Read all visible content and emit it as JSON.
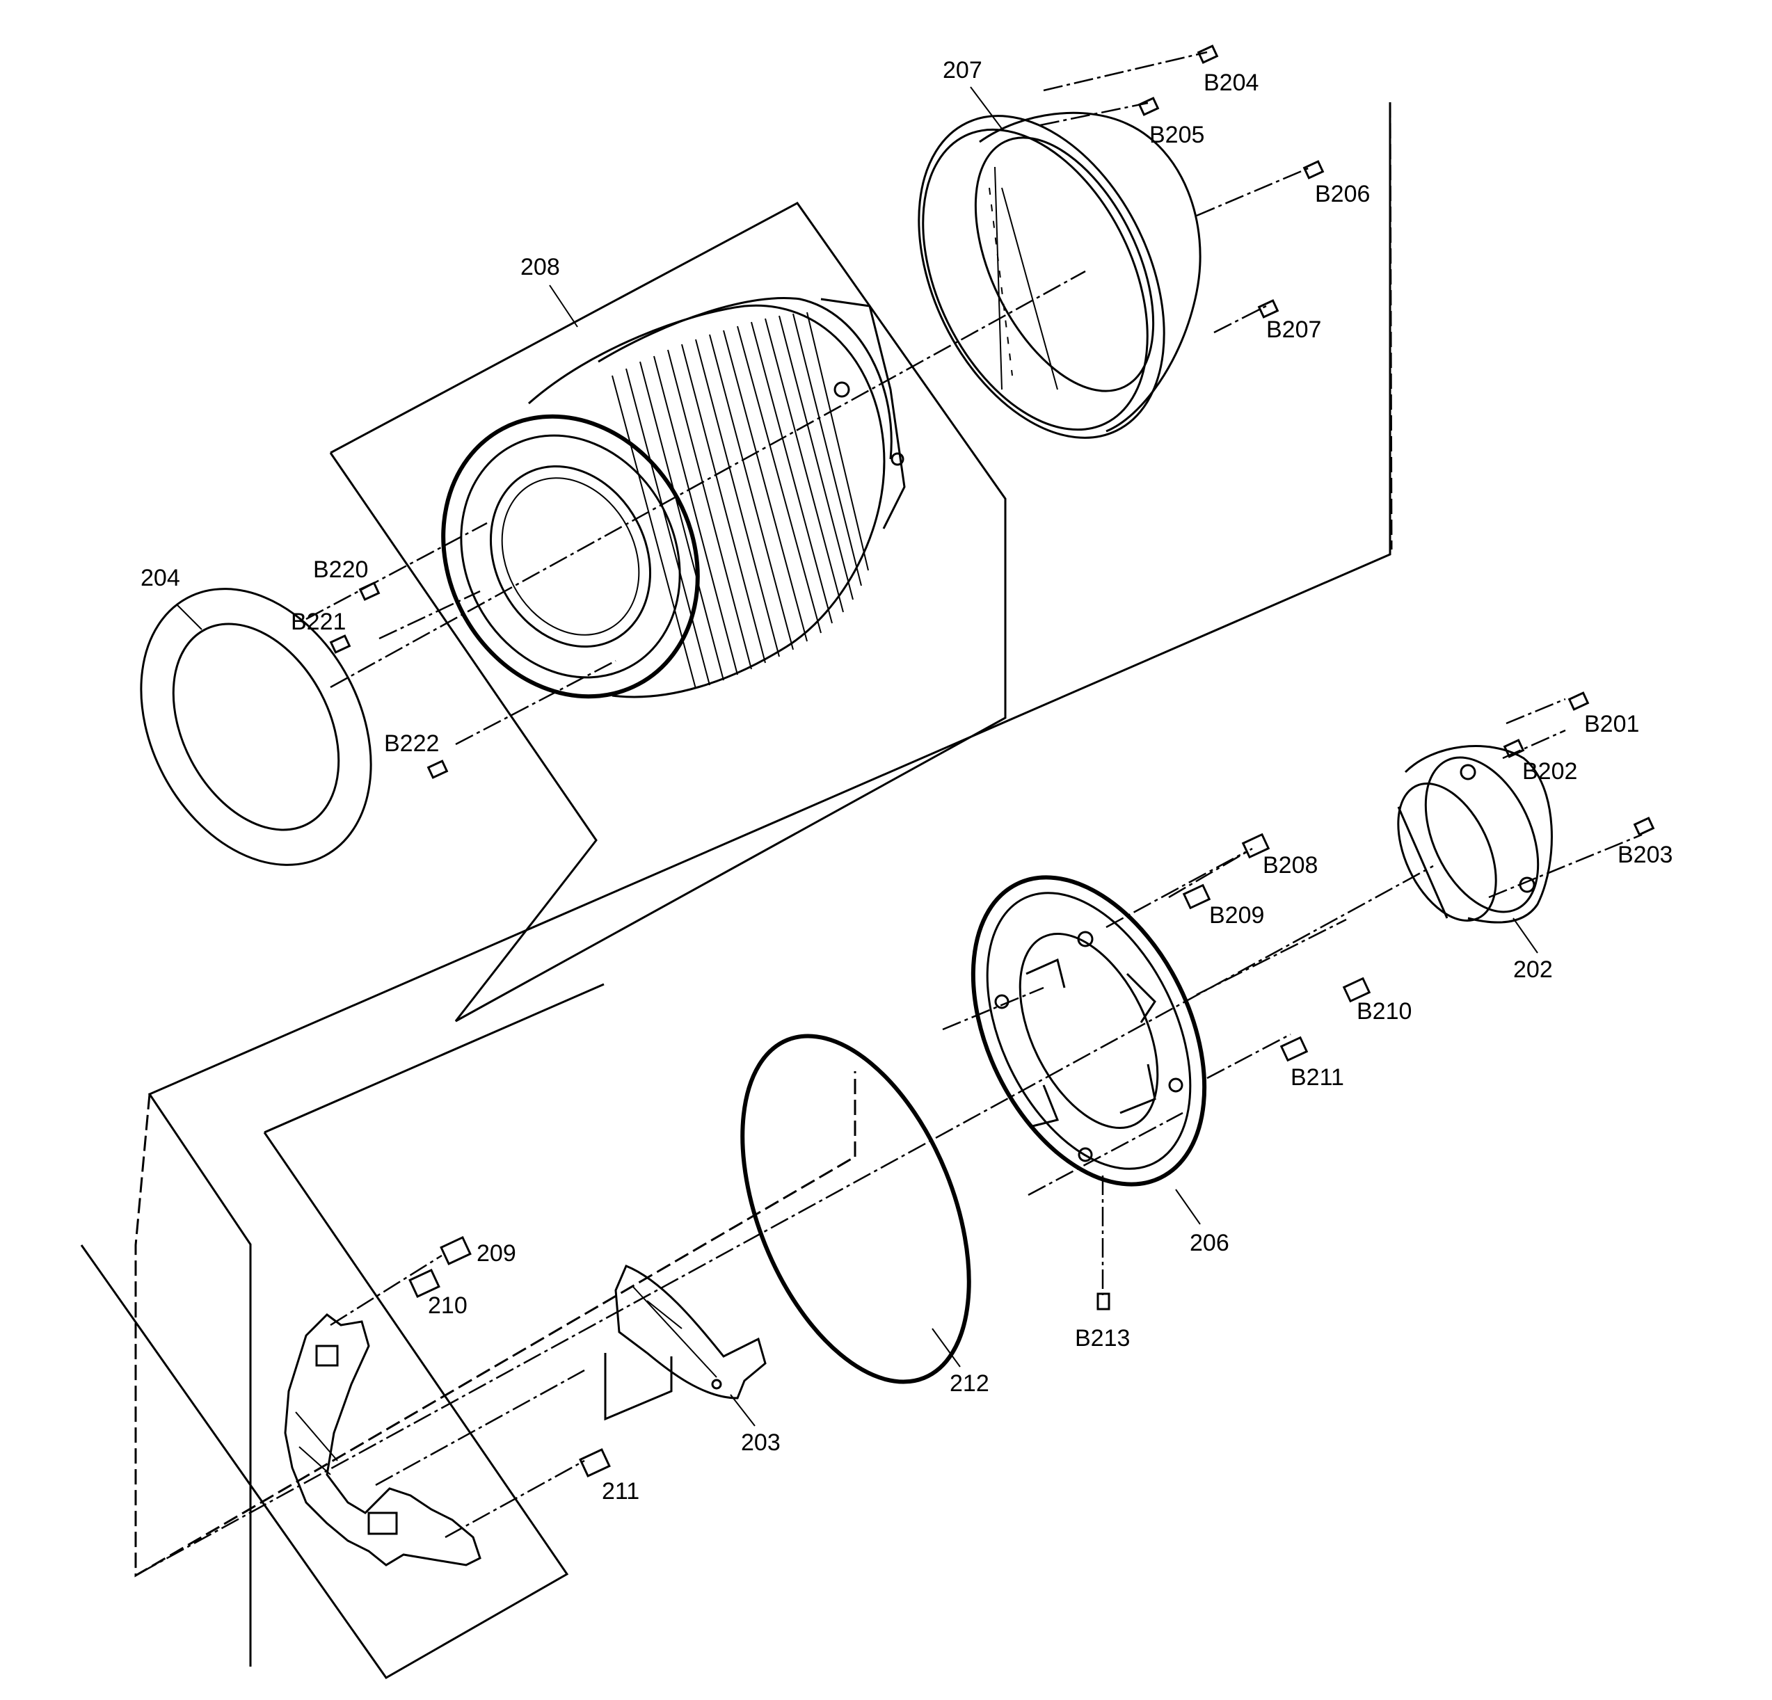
{
  "labels": {
    "p207": "207",
    "b204": "B204",
    "b205": "B205",
    "b206": "B206",
    "b207": "B207",
    "p208": "208",
    "p204": "204",
    "b220": "B220",
    "b221": "B221",
    "b222": "B222",
    "b201": "B201",
    "b202": "B202",
    "b203": "B203",
    "p202": "202",
    "b208": "B208",
    "b209": "B209",
    "b210": "B210",
    "b211": "B211",
    "p206": "206",
    "b213": "B213",
    "p212": "212",
    "p203": "203",
    "p209": "209",
    "p210": "210",
    "p211": "211"
  }
}
